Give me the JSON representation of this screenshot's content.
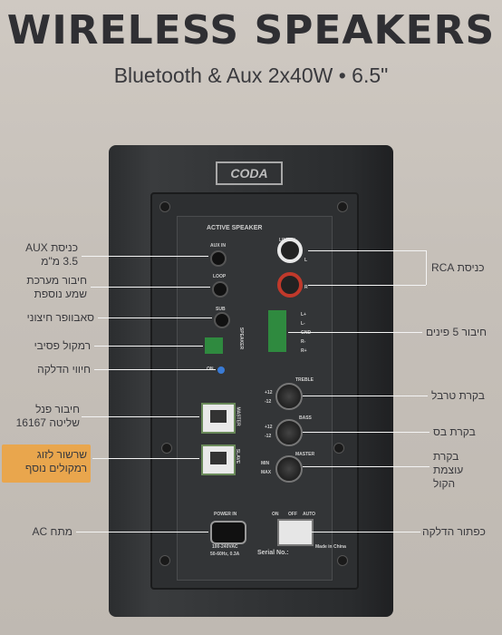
{
  "header": {
    "title": "WIRELESS SPEAKERS",
    "subtitle": "Bluetooth & Aux 2x40W • 6.5\""
  },
  "brand": "CODA",
  "labels_left": [
    {
      "line1": "כניסת AUX",
      "line2": "3.5 מ\"מ"
    },
    {
      "line1": "חיבור מערכת",
      "line2": "שמע נוספת"
    },
    {
      "line1": "סאבוופר חיצוני",
      "line2": ""
    },
    {
      "line1": "רמקול פסיבי",
      "line2": ""
    },
    {
      "line1": "חיווי הדלקה",
      "line2": ""
    },
    {
      "line1": "חיבור פנל",
      "line2": "שליטה 16167"
    },
    {
      "line1": "שרשור לזוג",
      "line2": "רמקולים נוסף"
    },
    {
      "line1": "מתח AC",
      "line2": ""
    }
  ],
  "labels_right": [
    {
      "line1": "כניסת RCA",
      "line2": "",
      "line3": ""
    },
    {
      "line1": "חיבור 5 פינים",
      "line2": "",
      "line3": ""
    },
    {
      "line1": "בקרת טרבל",
      "line2": "",
      "line3": ""
    },
    {
      "line1": "בקרת בס",
      "line2": "",
      "line3": ""
    },
    {
      "line1": "בקרת",
      "line2": "עוצמת",
      "line3": "הקול"
    },
    {
      "line1": "כפתור הדלקה",
      "line2": "",
      "line3": ""
    }
  ],
  "panel_text": {
    "active_speaker": "ACTIVE SPEAKER",
    "aux_in": "AUX IN",
    "line_in": "LINE IN",
    "loop": "LOOP",
    "sub": "SUB",
    "speaker": "SPEAKER",
    "on": "ON",
    "master_port": "MASTER",
    "slave_port": "SLAVE",
    "treble": "TREBLE",
    "bass": "BASS",
    "master_knob": "MASTER",
    "min": "MIN",
    "max": "MAX",
    "plus12": "+12",
    "minus12": "-12",
    "rca_l": "L",
    "rca_r": "R",
    "pins": [
      "L+",
      "L-",
      "GND",
      "R-",
      "R+"
    ],
    "power_in": "POWER IN",
    "switch_on": "ON",
    "switch_off": "OFF",
    "switch_auto": "AUTO",
    "voltage": "100-240VAC",
    "freq": "50-60Hz, 0.3A",
    "serial": "Serial No.:",
    "made_in": "Made in China"
  }
}
